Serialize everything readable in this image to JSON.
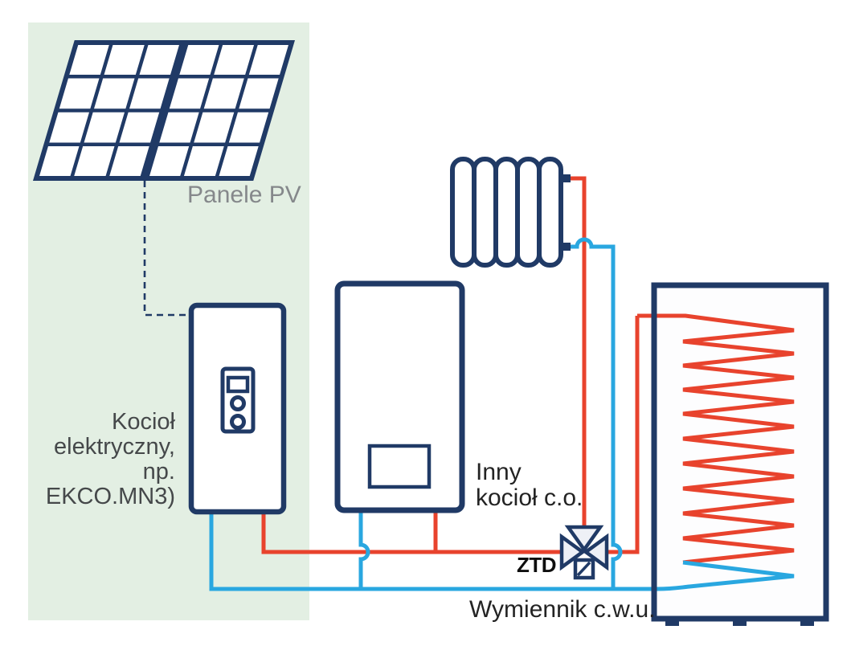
{
  "labels": {
    "pv_panels": "Panele PV",
    "electric_boiler": "Kocioł\nelektryczny,\nnp.\nEKCO.MN3)",
    "other_boiler": "Inny\nkocioł c.o.",
    "valve": "ZTD",
    "dhw_exchanger": "Wymiennik c.w.u."
  },
  "colors": {
    "navy": "#203a66",
    "supply_red": "#e8432d",
    "return_blue": "#29a7e0",
    "pv_zone_green": "#e3efe3",
    "label_gray": "#85888b",
    "label_dark_gray": "#45484a",
    "label_black": "#232323"
  }
}
